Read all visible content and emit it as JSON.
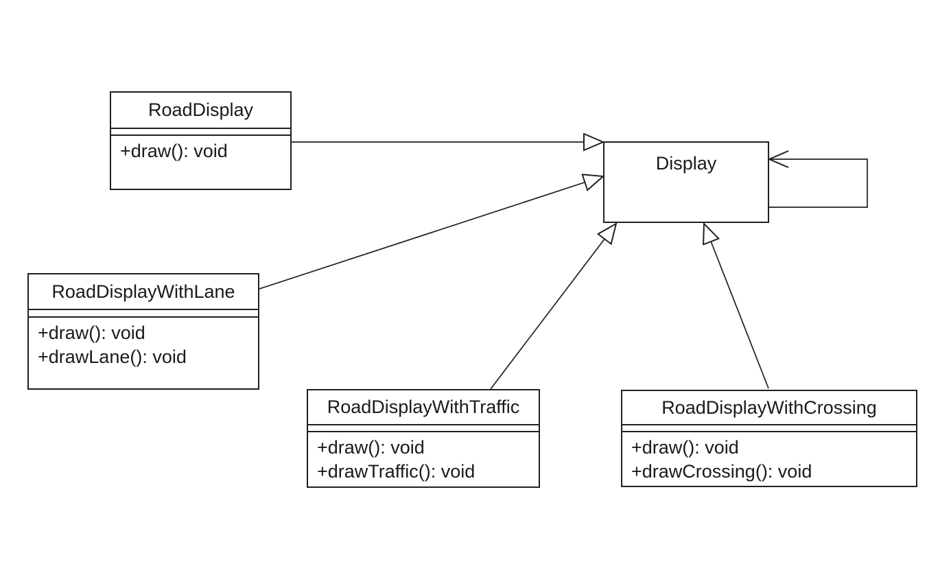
{
  "diagram": {
    "kind": "uml-class-diagram",
    "background_color": "#ffffff",
    "line_color": "#1f1f1f",
    "text_color": "#1a1a1a",
    "classes": [
      {
        "name": "RoadDisplay",
        "attributes": [],
        "methods": [
          "+draw(): void"
        ]
      },
      {
        "name": "Display",
        "attributes": [],
        "methods": []
      },
      {
        "name": "RoadDisplayWithLane",
        "attributes": [],
        "methods": [
          "+draw(): void",
          "+drawLane(): void"
        ]
      },
      {
        "name": "RoadDisplayWithTraffic",
        "attributes": [],
        "methods": [
          "+draw(): void",
          "+drawTraffic(): void"
        ]
      },
      {
        "name": "RoadDisplayWithCrossing",
        "attributes": [],
        "methods": [
          "+draw(): void",
          "+drawCrossing(): void"
        ]
      }
    ],
    "relationships": [
      {
        "from": "RoadDisplay",
        "to": "Display",
        "type": "generalization",
        "arrowhead": "hollow-triangle"
      },
      {
        "from": "RoadDisplayWithLane",
        "to": "Display",
        "type": "generalization",
        "arrowhead": "hollow-triangle"
      },
      {
        "from": "RoadDisplayWithTraffic",
        "to": "Display",
        "type": "generalization",
        "arrowhead": "hollow-triangle"
      },
      {
        "from": "RoadDisplayWithCrossing",
        "to": "Display",
        "type": "generalization",
        "arrowhead": "hollow-triangle"
      },
      {
        "from": "Display",
        "to": "Display",
        "type": "self-association",
        "arrowhead": "open-arrow"
      }
    ]
  }
}
